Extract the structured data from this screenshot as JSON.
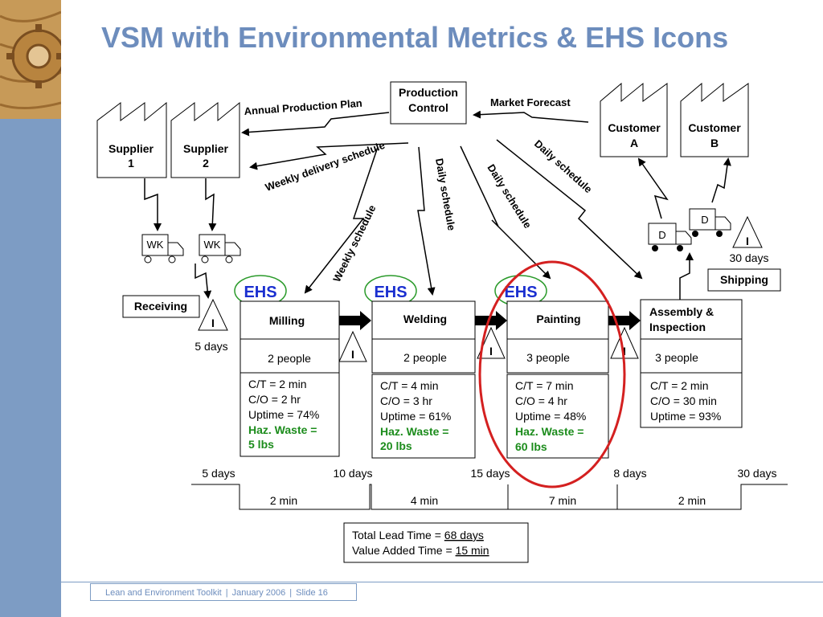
{
  "slide": {
    "title": "VSM with Environmental Metrics & EHS Icons",
    "footer": {
      "toolkit": "Lean and Environment Toolkit",
      "sep": "|",
      "date": "January 2006",
      "slide": "Slide 16"
    }
  },
  "colors": {
    "title": "#6d8dbd",
    "sidebar": "#7d9cc4",
    "ehs_green": "#2a9a2a",
    "highlight_red": "#d42020",
    "waste_text": "#1c8c1c"
  },
  "control": {
    "production_l1": "Production",
    "production_l2": "Control"
  },
  "flow_labels": {
    "annual_plan": "Annual Production Plan",
    "market_forecast": "Market Forecast",
    "weekly_delivery": "Weekly delivery schedule",
    "weekly_schedule": "Weekly  schedule",
    "daily_schedule": "Daily schedule"
  },
  "suppliers": [
    {
      "l1": "Supplier",
      "l2": "1",
      "truck": "WK"
    },
    {
      "l1": "Supplier",
      "l2": "2",
      "truck": "WK"
    }
  ],
  "customers": [
    {
      "l1": "Customer",
      "l2": "A"
    },
    {
      "l1": "Customer",
      "l2": "B"
    }
  ],
  "trucks_out": [
    "D",
    "D"
  ],
  "receiving": {
    "label": "Receiving",
    "inv": "I",
    "days": "5 days"
  },
  "shipping": {
    "label": "Shipping",
    "inv": "I",
    "days": "30 days"
  },
  "ehs_label": "EHS",
  "inventory_mark": "I",
  "processes": [
    {
      "name": "Milling",
      "people": "2 people",
      "ct": "C/T = 2 min",
      "co": "C/O = 2 hr",
      "uptime": "Uptime = 74%",
      "waste_l1": "Haz. Waste =",
      "waste_l2": "5 lbs"
    },
    {
      "name": "Welding",
      "people": "2 people",
      "ct": "C/T = 4 min",
      "co": "C/O = 3 hr",
      "uptime": "Uptime = 61%",
      "waste_l1": "Haz. Waste =",
      "waste_l2": "20 lbs"
    },
    {
      "name": "Painting",
      "people": "3 people",
      "ct": "C/T = 7 min",
      "co": "C/O = 4 hr",
      "uptime": "Uptime = 48%",
      "waste_l1": "Haz. Waste =",
      "waste_l2": "60 lbs"
    },
    {
      "name_l1": "Assembly &",
      "name_l2": "Inspection",
      "people": "3 people",
      "ct": "C/T = 2 min",
      "co": "C/O = 30 min",
      "uptime": "Uptime = 93%"
    }
  ],
  "timeline": {
    "days": [
      "5 days",
      "10 days",
      "15 days",
      "8 days",
      "30 days"
    ],
    "mins": [
      "2 min",
      "4 min",
      "7 min",
      "2 min"
    ]
  },
  "summary": {
    "lead_label": "Total Lead Time = ",
    "lead_value": "68 days",
    "va_label": "Value Added Time = ",
    "va_value": "15 min"
  }
}
